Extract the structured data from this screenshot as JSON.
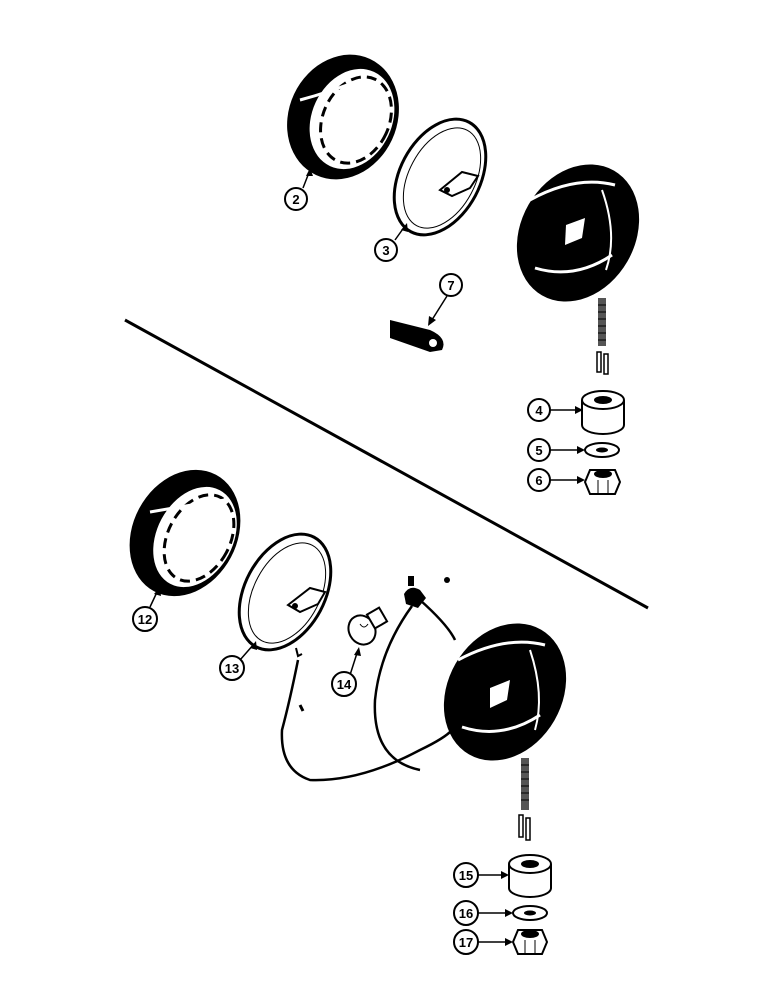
{
  "callouts": {
    "c2": "2",
    "c3": "3",
    "c4": "4",
    "c5": "5",
    "c6": "6",
    "c7": "7",
    "c12": "12",
    "c13": "13",
    "c14": "14",
    "c15": "15",
    "c16": "16",
    "c17": "17"
  },
  "colors": {
    "ink": "#000000",
    "paper": "#ffffff",
    "shade": "#cfcfcf"
  }
}
